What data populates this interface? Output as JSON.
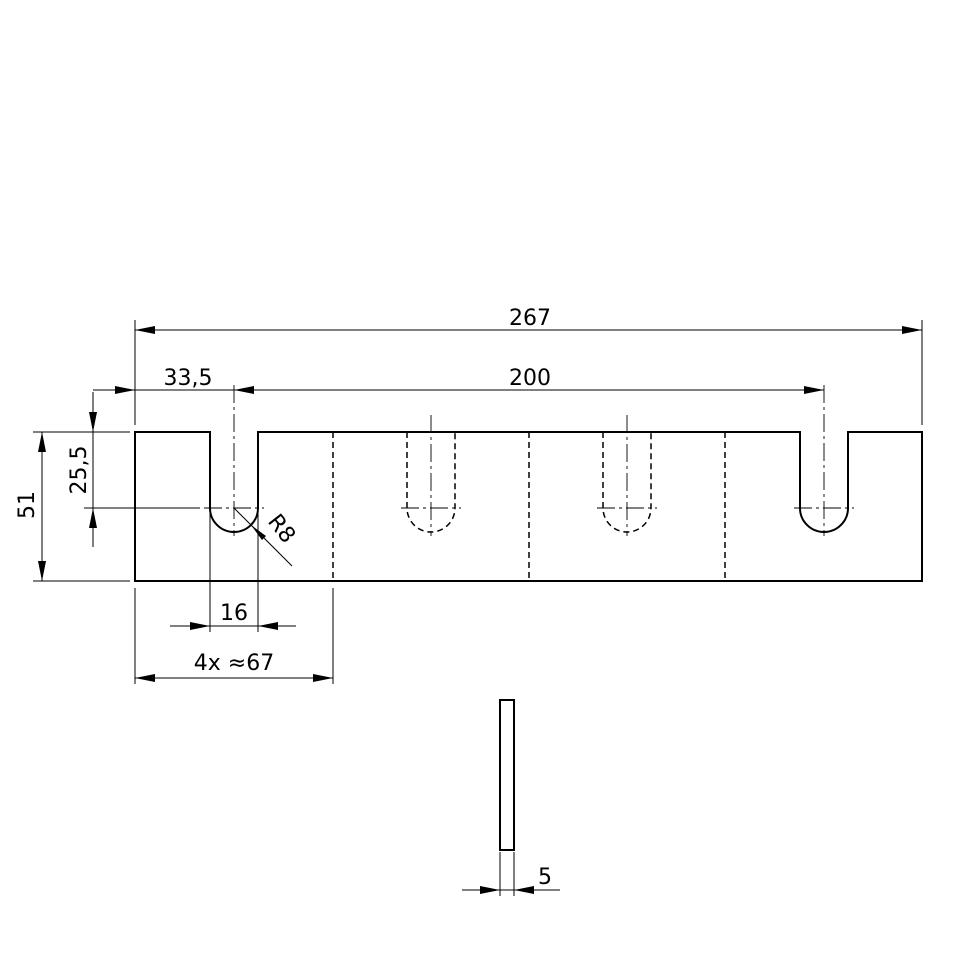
{
  "drawing": {
    "dimensions": {
      "overall_length": "267",
      "edge_to_first_slot": "33,5",
      "slot_spacing": "200",
      "height": "51",
      "slot_depth": "25,5",
      "slot_radius": "R8",
      "slot_width": "16",
      "segment_length": "4x ≈67",
      "thickness": "5"
    }
  }
}
